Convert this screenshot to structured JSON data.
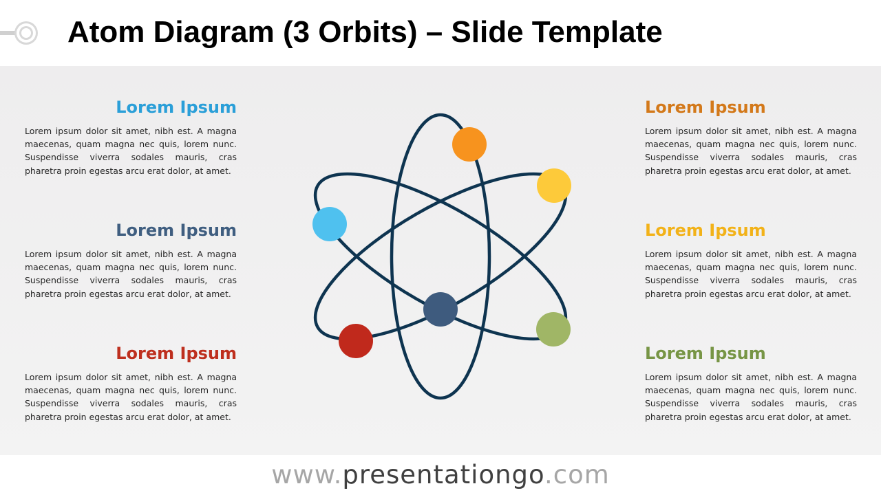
{
  "slide": {
    "title": "Atom Diagram (3 Orbits) – Slide Template"
  },
  "blocks": [
    {
      "id": "top-left",
      "heading": "Lorem Ipsum",
      "color": "#2a9fd8",
      "body": "Lorem ipsum dolor sit amet, nibh est. A magna maecenas, quam magna nec quis, lorem nunc. Suspendisse viverra sodales mauris, cras pharetra proin egestas arcu erat dolor, at amet."
    },
    {
      "id": "middle-left",
      "heading": "Lorem Ipsum",
      "color": "#3f5e80",
      "body": "Lorem ipsum dolor sit amet, nibh est. A magna maecenas, quam magna nec quis, lorem nunc. Suspendisse viverra sodales mauris, cras pharetra proin egestas arcu erat dolor, at amet."
    },
    {
      "id": "bottom-left",
      "heading": "Lorem Ipsum",
      "color": "#be2f1e",
      "body": "Lorem ipsum dolor sit amet, nibh est. A magna maecenas, quam magna nec quis, lorem nunc. Suspendisse viverra sodales mauris, cras pharetra proin egestas arcu erat dolor, at amet."
    },
    {
      "id": "top-right",
      "heading": "Lorem Ipsum",
      "color": "#d3791a",
      "body": "Lorem ipsum dolor sit amet, nibh est. A magna maecenas, quam magna nec quis, lorem nunc. Suspendisse viverra sodales mauris, cras pharetra proin egestas arcu erat dolor, at amet."
    },
    {
      "id": "middle-right",
      "heading": "Lorem Ipsum",
      "color": "#f2b218",
      "body": "Lorem ipsum dolor sit amet, nibh est. A magna maecenas, quam magna nec quis, lorem nunc. Suspendisse viverra sodales mauris, cras pharetra proin egestas arcu erat dolor, at amet."
    },
    {
      "id": "bottom-right",
      "heading": "Lorem Ipsum",
      "color": "#779545",
      "body": "Lorem ipsum dolor sit amet, nibh est. A magna maecenas, quam magna nec quis, lorem nunc. Suspendisse viverra sodales mauris, cras pharetra proin egestas arcu erat dolor, at amet."
    }
  ],
  "atom": {
    "orbit_color": "#0e3450",
    "nucleus_color": "#3e5b7e",
    "electron_colors": {
      "orange": "#f7931e",
      "yellow": "#fdca3a",
      "light-blue": "#4fc1ef",
      "green": "#a0b666",
      "red": "#c0291c"
    }
  },
  "footer": {
    "prefix": "www.",
    "domain": "presentationgo",
    "suffix": ".com"
  }
}
